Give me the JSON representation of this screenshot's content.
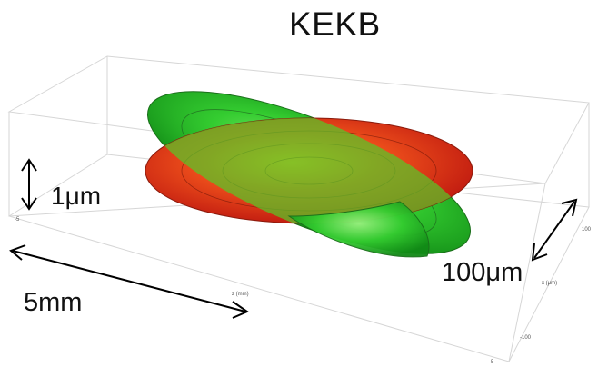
{
  "title": "KEKB",
  "labels": {
    "vertical_size": "1μm",
    "longitudinal_size": "5mm",
    "transverse_size": "100μm"
  },
  "axis_text": {
    "z_axis": "z (mm)",
    "x_axis": "x (μm)",
    "tick_low": "-100",
    "tick_high": "100",
    "tick_five": "5",
    "tick_neg_five": "-5"
  },
  "colors": {
    "bunch_red": "#e8341c",
    "bunch_green": "#2fcf2a",
    "overlap": "#6e9a22"
  }
}
